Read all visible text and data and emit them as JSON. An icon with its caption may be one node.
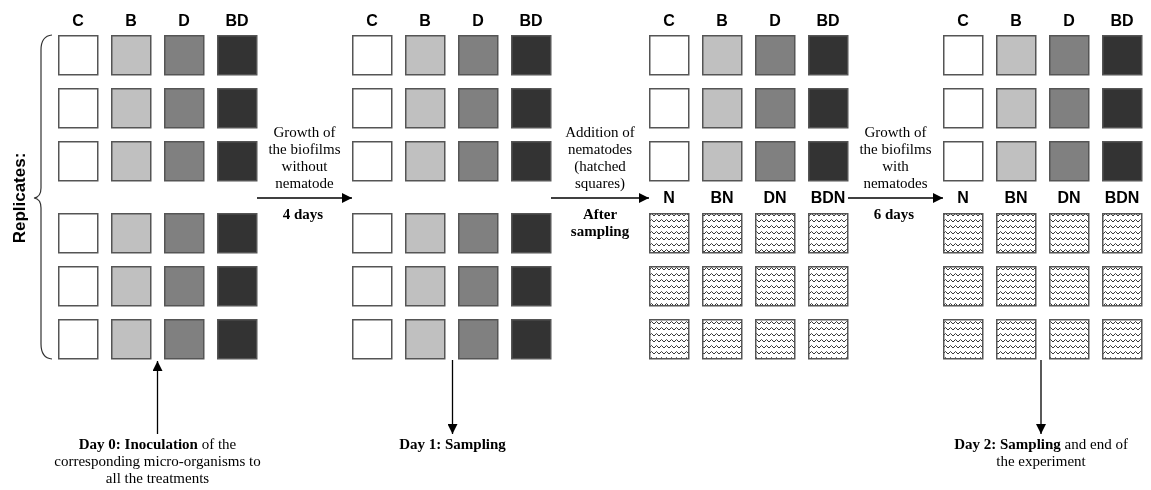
{
  "diagram": {
    "nodes": [
      {
        "text": [
          "C",
          "B",
          "D",
          "BD"
        ]
      },
      {
        "text": [
          "C",
          "B",
          "D",
          "BD"
        ]
      },
      {
        "text": [
          "C",
          "B",
          "D",
          "BD",
          "N",
          "BN",
          "DN",
          "BDN"
        ]
      },
      {
        "text": [
          "C",
          "B",
          "D",
          "BD",
          "N",
          "BN",
          "DN",
          "BDN"
        ]
      },
      {
        "text": [
          "**Day 0: Inoculation** of the corresponding micro-organisms to all the treatments"
        ]
      },
      {
        "text": [
          "Day 1: Sampling"
        ]
      },
      {
        "text": [
          "**Day 2: Sampling** and end of the experiment"
        ]
      }
    ],
    "edges": [
      {
        "from": 0,
        "to": 1,
        "arrow": "to",
        "label": "Growth of the biofilms without nematode"
      },
      {
        "from": 1,
        "to": 2,
        "arrow": "to",
        "label": "Addition of nematodes (hatched squares)"
      },
      {
        "from": 2,
        "to": 3,
        "arrow": "to",
        "label": "Growth of the biofilms with nematodes"
      },
      {
        "from": 4,
        "to": 0,
        "arrow": "to"
      },
      {
        "from": 1,
        "to": 5,
        "arrow": "to"
      },
      {
        "from": 3,
        "to": 6,
        "arrow": "to"
      }
    ],
    "labels": [
      "Replicates:",
      "4 days",
      "After sampling",
      "6 days"
    ]
  }
}
